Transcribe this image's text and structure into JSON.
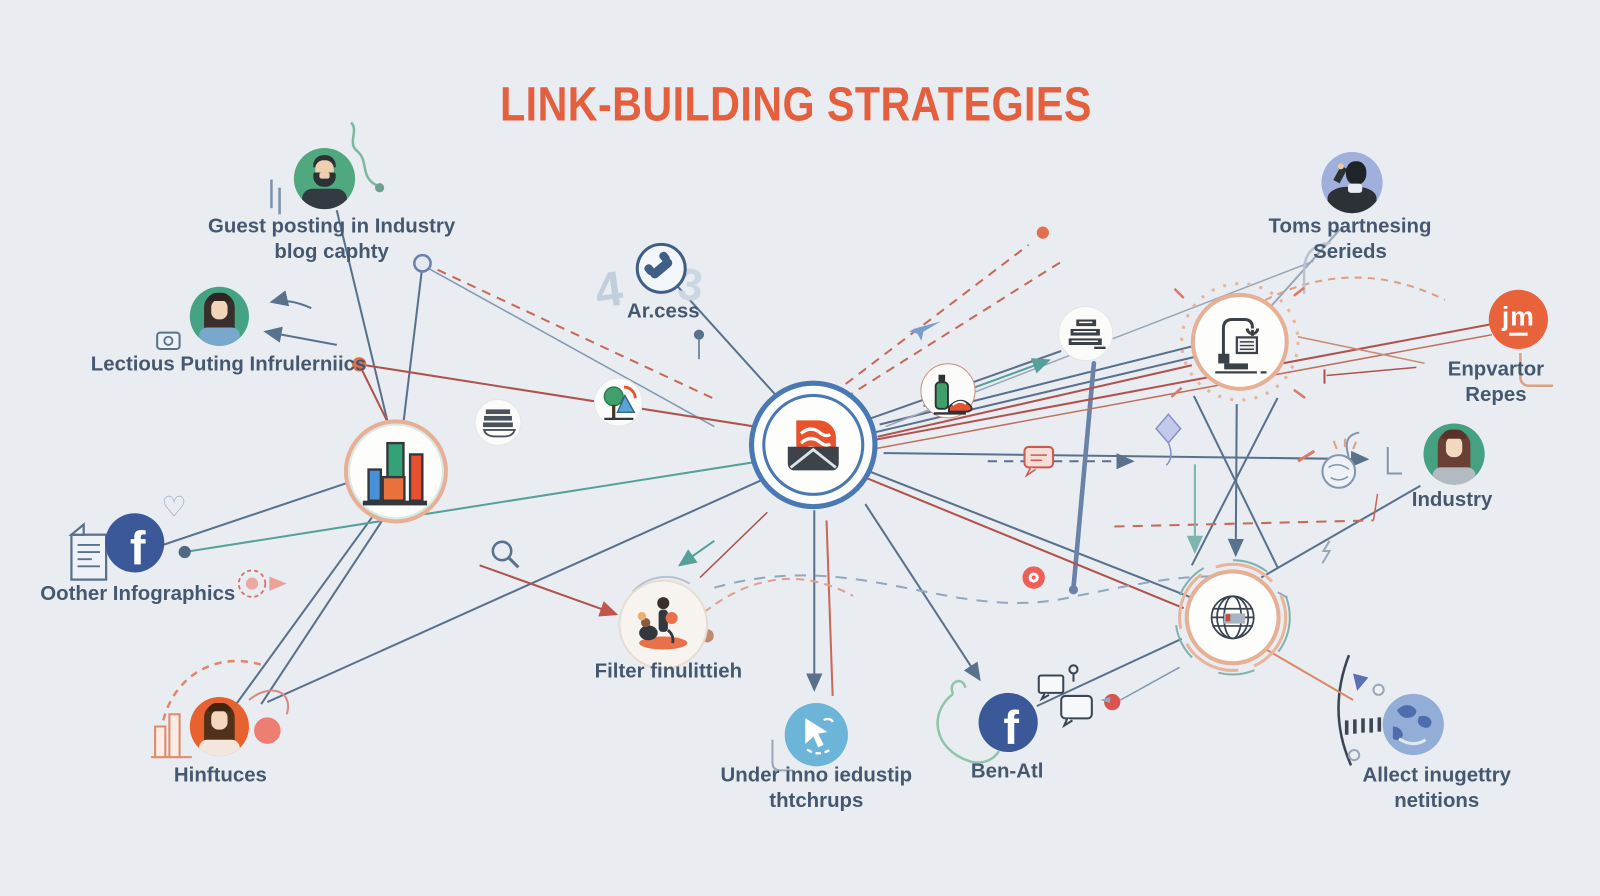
{
  "title": "LINK-BUILDING STRATEGIES",
  "nodes": {
    "guest_posting": {
      "label": "Guest posting in Industry\nblog caphty"
    },
    "influencers": {
      "label": "Lectious Puting Infrulerniics"
    },
    "infographics": {
      "label": "Oother Infographics"
    },
    "hinftuces": {
      "label": "Hinftuces"
    },
    "access": {
      "label": "Ar.cess"
    },
    "filter": {
      "label": "Filter finulittieh"
    },
    "under_industry": {
      "label": "Under inno iedustip\nthtchrups"
    },
    "ben_atl": {
      "label": "Ben-Atl"
    },
    "toms_partnering": {
      "label": "Toms partnesing\nSerieds"
    },
    "envartor_repes": {
      "label": "Enpvartor Repes"
    },
    "industry": {
      "label": "Industry"
    },
    "allect_mentions": {
      "label": "Allect inugettry netitions"
    }
  },
  "badges": {
    "jm": "jm",
    "facebook_f": "f"
  },
  "decor": {
    "faint_number_left": "4",
    "faint_number_right": "3"
  },
  "colors": {
    "background": "#e9edf2",
    "title": "#e45f3d",
    "label_text": "#46586f",
    "facebook_blue": "#3b5998",
    "avatar_green": "#47a381",
    "avatar_orange": "#e8622f",
    "avatar_lavender": "#9fb0dd",
    "hub_ring_blue": "#4978b2",
    "cursor_blue": "#6cb5d8",
    "envelope_orange": "#e8532e",
    "line_slate": "#5a718c",
    "line_red": "#b0524e",
    "line_teal": "#55a099",
    "line_orange": "#dd8668"
  }
}
